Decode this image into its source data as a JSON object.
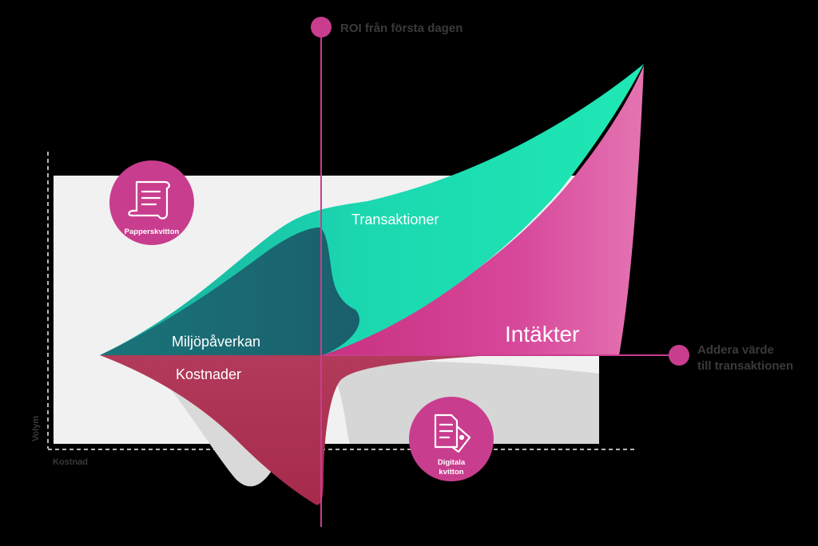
{
  "callouts": {
    "roi": "ROI från första dagen",
    "value_line1": "Addera värde",
    "value_line2": "till transaktionen"
  },
  "areas": {
    "transactions": "Transaktioner",
    "revenue": "Intäkter",
    "environment": "Miljöpåverkan",
    "costs": "Kostnader"
  },
  "axes": {
    "y": "Volym",
    "x": "Kostnad"
  },
  "badges": {
    "paper": {
      "label": "Papperskvitton",
      "icon": "paper-receipt-icon"
    },
    "digital": {
      "label_line1": "Digitala",
      "label_line2": "kvitton",
      "icon": "digital-receipt-icon"
    }
  },
  "colors": {
    "background": "#000000",
    "panel": "#f1f1f1",
    "accent": "#c93d8e",
    "transactions": "#1de3b0",
    "environment": "#1d6b72",
    "revenue": "#d0408c",
    "costs": "#a8304f",
    "callout_text": "#3a3a3a"
  }
}
